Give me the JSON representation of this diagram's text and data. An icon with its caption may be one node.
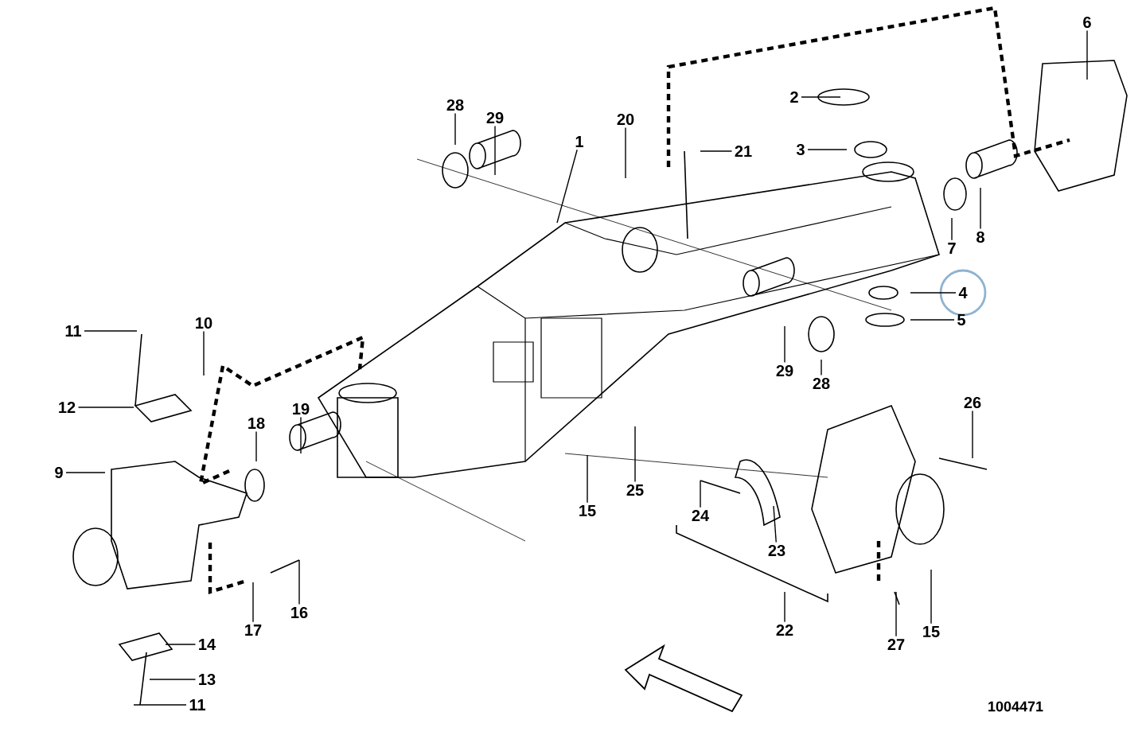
{
  "diagram": {
    "nodes": [
      {
        "text": [
          "28"
        ]
      },
      {
        "text": [
          "29"
        ]
      },
      {
        "text": [
          "20"
        ]
      },
      {
        "text": [
          "1"
        ]
      },
      {
        "text": [
          "21"
        ]
      },
      {
        "text": [
          "2"
        ]
      },
      {
        "text": [
          "3"
        ]
      },
      {
        "text": [
          "6"
        ]
      },
      {
        "text": [
          "7"
        ]
      },
      {
        "text": [
          "8"
        ]
      },
      {
        "text": [
          "4"
        ]
      },
      {
        "text": [
          "5"
        ]
      },
      {
        "text": [
          "11"
        ]
      },
      {
        "text": [
          "10"
        ]
      },
      {
        "text": [
          "12"
        ]
      },
      {
        "text": [
          "18"
        ]
      },
      {
        "text": [
          "19"
        ]
      },
      {
        "text": [
          "9"
        ]
      },
      {
        "text": [
          "15"
        ]
      },
      {
        "text": [
          "25"
        ]
      },
      {
        "text": [
          "29"
        ]
      },
      {
        "text": [
          "28"
        ]
      },
      {
        "text": [
          "24"
        ]
      },
      {
        "text": [
          "23"
        ]
      },
      {
        "text": [
          "26"
        ]
      },
      {
        "text": [
          "22"
        ]
      },
      {
        "text": [
          "16"
        ]
      },
      {
        "text": [
          "17"
        ]
      },
      {
        "text": [
          "14"
        ]
      },
      {
        "text": [
          "13"
        ]
      },
      {
        "text": [
          "11"
        ]
      },
      {
        "text": [
          "27"
        ]
      },
      {
        "text": [
          "15"
        ]
      }
    ],
    "edges": [
      {
        "from": 0,
        "to": null,
        "arrow": "none"
      },
      {
        "from": 1,
        "to": null,
        "arrow": "none"
      },
      {
        "from": 2,
        "to": null,
        "arrow": "none"
      },
      {
        "from": 3,
        "to": null,
        "arrow": "none"
      },
      {
        "from": 4,
        "to": null,
        "arrow": "none"
      },
      {
        "from": 5,
        "to": null,
        "arrow": "none"
      },
      {
        "from": 6,
        "to": null,
        "arrow": "none"
      },
      {
        "from": 7,
        "to": null,
        "arrow": "none"
      },
      {
        "from": 8,
        "to": null,
        "arrow": "none"
      },
      {
        "from": 9,
        "to": null,
        "arrow": "none"
      },
      {
        "from": 10,
        "to": null,
        "arrow": "none"
      },
      {
        "from": 11,
        "to": null,
        "arrow": "none"
      },
      {
        "from": 12,
        "to": null,
        "arrow": "none"
      },
      {
        "from": 13,
        "to": null,
        "arrow": "none"
      },
      {
        "from": 14,
        "to": null,
        "arrow": "none"
      },
      {
        "from": 15,
        "to": null,
        "arrow": "none"
      },
      {
        "from": 16,
        "to": null,
        "arrow": "none"
      },
      {
        "from": 17,
        "to": null,
        "arrow": "none"
      },
      {
        "from": 18,
        "to": null,
        "arrow": "none"
      },
      {
        "from": 19,
        "to": null,
        "arrow": "none"
      },
      {
        "from": 20,
        "to": null,
        "arrow": "none"
      },
      {
        "from": 21,
        "to": null,
        "arrow": "none"
      },
      {
        "from": 22,
        "to": null,
        "arrow": "none"
      },
      {
        "from": 23,
        "to": null,
        "arrow": "none"
      },
      {
        "from": 24,
        "to": null,
        "arrow": "none"
      },
      {
        "from": 25,
        "to": null,
        "arrow": "none"
      },
      {
        "from": 26,
        "to": null,
        "arrow": "none"
      },
      {
        "from": 27,
        "to": null,
        "arrow": "none"
      },
      {
        "from": 28,
        "to": null,
        "arrow": "none"
      },
      {
        "from": 29,
        "to": null,
        "arrow": "none"
      },
      {
        "from": 30,
        "to": null,
        "arrow": "none"
      },
      {
        "from": 31,
        "to": null,
        "arrow": "none"
      },
      {
        "from": 32,
        "to": null,
        "arrow": "none"
      }
    ],
    "labels": [
      "1004471"
    ]
  }
}
